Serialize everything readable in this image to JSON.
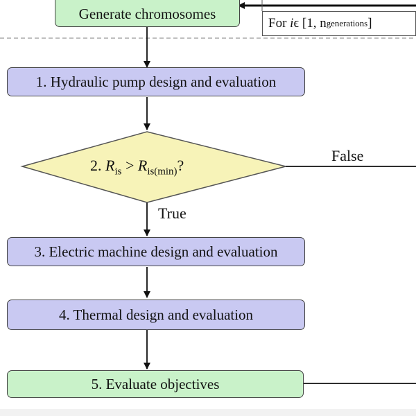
{
  "nodes": {
    "generate": "Generate chromosomes",
    "step1": "1. Hydraulic pump design and evaluation",
    "step3": "3. Electric machine design and evaluation",
    "step4": "4. Thermal design and evaluation",
    "step5": "5. Evaluate objectives"
  },
  "decision": {
    "num": "2. ",
    "r": "R",
    "sub1": "is",
    "op": " > ",
    "sub2": "is(min)",
    "q": "?"
  },
  "edges": {
    "true_label": "True",
    "false_label": "False"
  },
  "loop": {
    "prefix": "For ",
    "var": "i",
    "mid": " ϵ [1, n",
    "sub": "generations",
    "suffix": "]"
  },
  "colors": {
    "process": "#c9c9f2",
    "terminal": "#c9f2c9",
    "decision": "#f7f3b8"
  }
}
